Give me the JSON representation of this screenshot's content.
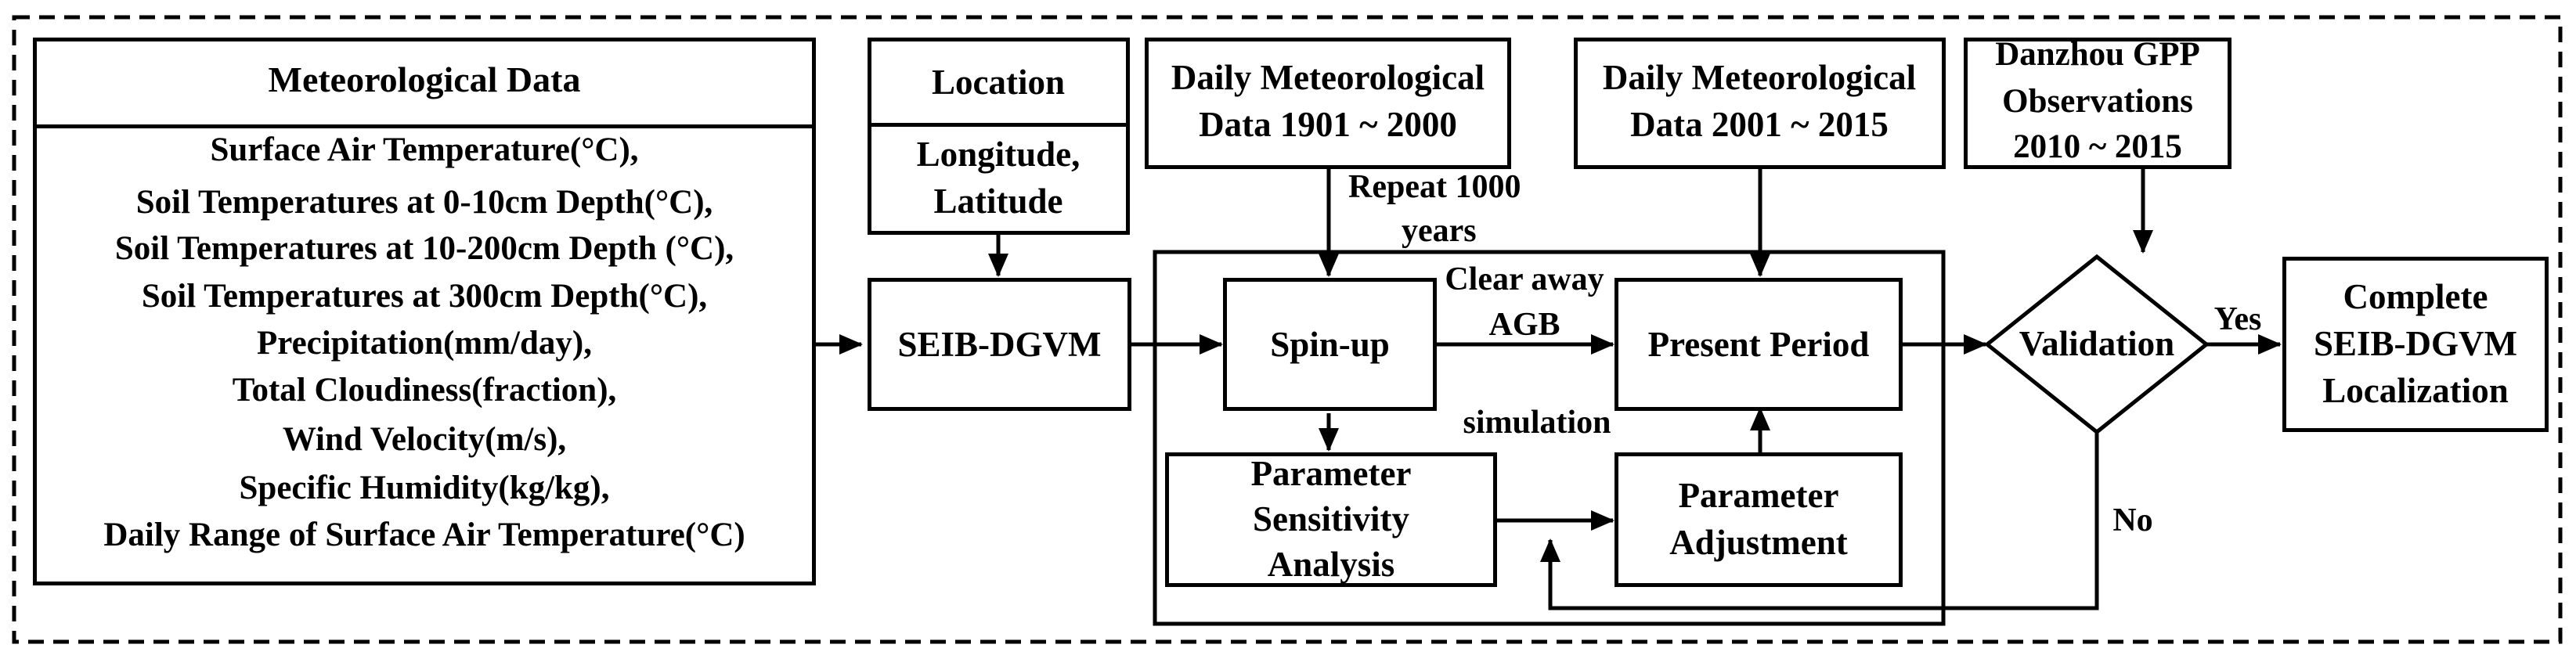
{
  "meteorological": {
    "title": "Meteorological Data",
    "items": [
      "Surface Air Temperature(°C),",
      "Soil Temperatures at 0-10cm Depth(°C),",
      "Soil Temperatures at 10-200cm Depth (°C),",
      "Soil Temperatures at 300cm Depth(°C),",
      "Precipitation(mm/day),",
      "Total Cloudiness(fraction),",
      "Wind Velocity(m/s),",
      "Specific Humidity(kg/kg),",
      "Daily Range of Surface Air Temperature(°C)"
    ]
  },
  "location": {
    "title": "Location",
    "line1": "Longitude,",
    "line2": "Latitude"
  },
  "seib": "SEIB-DGVM",
  "daily1": {
    "line1": "Daily Meteorological",
    "line2": "Data 1901 ~ 2000"
  },
  "daily2": {
    "line1": "Daily Meteorological",
    "line2": "Data 2001 ~ 2015"
  },
  "danzhou": {
    "line1": "Danzhou GPP",
    "line2": "Observations",
    "line3": "2010 ~ 2015"
  },
  "repeat": {
    "line1": "Repeat 1000",
    "line2": "years"
  },
  "spinup": "Spin-up",
  "clear": {
    "line1": "Clear away",
    "line2": "AGB"
  },
  "simulation": "simulation",
  "present": "Present Period",
  "validation": "Validation",
  "yes": "Yes",
  "no": "No",
  "complete": {
    "line1": "Complete",
    "line2": "SEIB-DGVM",
    "line3": "Localization"
  },
  "sensitivity": {
    "line1": "Parameter",
    "line2": "Sensitivity",
    "line3": "Analysis"
  },
  "adjustment": {
    "line1": "Parameter",
    "line2": "Adjustment"
  }
}
